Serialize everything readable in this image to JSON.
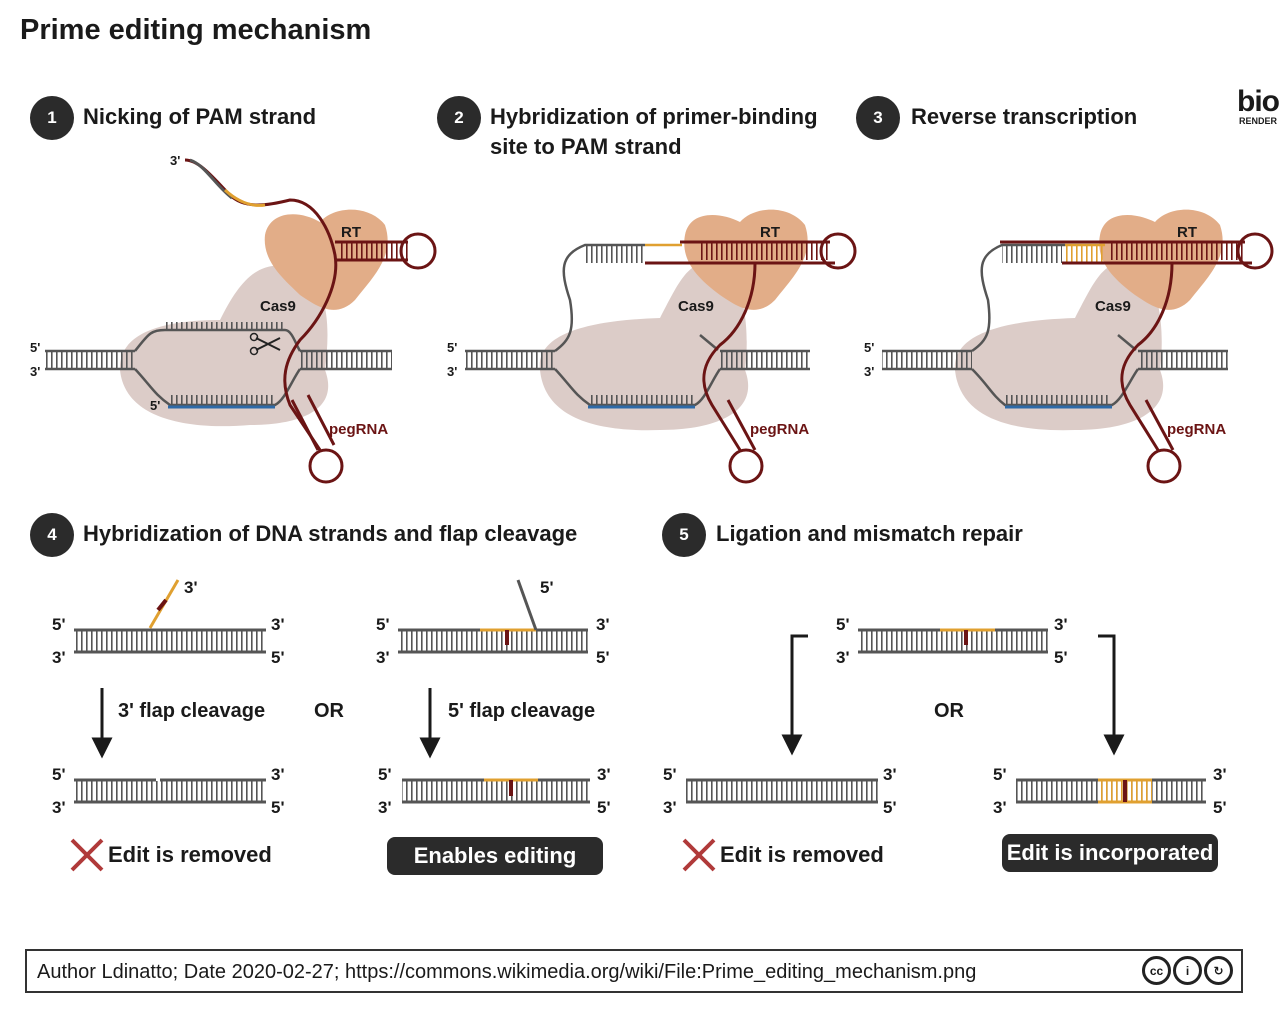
{
  "title": "Prime editing mechanism",
  "brand": {
    "line1": "bio",
    "line2": "RENDER"
  },
  "steps": [
    {
      "num": "1",
      "title": "Nicking of PAM strand"
    },
    {
      "num": "2",
      "title_line1": "Hybridization of primer-binding",
      "title_line2": "site to PAM strand"
    },
    {
      "num": "3",
      "title": "Reverse transcription"
    },
    {
      "num": "4",
      "title": "Hybridization of DNA strands and flap cleavage"
    },
    {
      "num": "5",
      "title": "Ligation and mismatch repair"
    }
  ],
  "labels": {
    "rt": "RT",
    "cas9": "Cas9",
    "pegrna": "pegRNA"
  },
  "ends": {
    "p5": "5'",
    "p3": "3'"
  },
  "step4": {
    "left_cleavage": "3' flap cleavage",
    "right_cleavage": "5' flap cleavage",
    "or": "OR",
    "left_outcome": "Edit is removed",
    "right_outcome": "Enables editing"
  },
  "step5": {
    "or": "OR",
    "left_outcome": "Edit is removed",
    "right_outcome": "Edit is incorporated"
  },
  "footer": {
    "text": "Author Ldinatto; Date 2020-02-27;  https://commons.wikimedia.org/wiki/File:Prime_editing_mechanism.png",
    "cc": [
      "cc",
      "i",
      "↻"
    ]
  },
  "colors": {
    "dna": "#555555",
    "rna": "#6b1414",
    "edit": "#e0a030",
    "spacer": "#2e6aa8",
    "cas9": "#dcccc8",
    "rt": "#e2ad88",
    "cross": "#b03a3a"
  }
}
